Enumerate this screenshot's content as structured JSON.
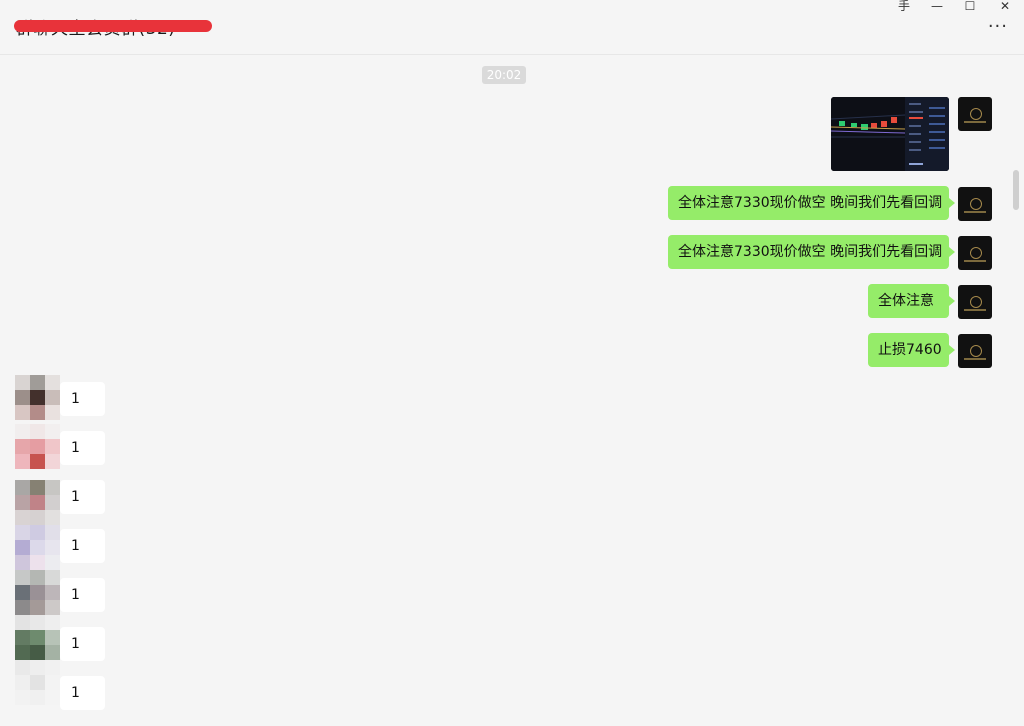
{
  "header": {
    "title": "群聊天室会员群(32)",
    "more_label": "···",
    "window_controls": {
      "pin": "⼿",
      "minimize": "—",
      "maximize": "☐",
      "close": "✕"
    }
  },
  "chat": {
    "timestamp": "20:02",
    "sent_messages": [
      {
        "type": "image",
        "icon": "chart-screenshot"
      },
      {
        "type": "text",
        "text": "全体注意7330现价做空 晚间我们先看回调"
      },
      {
        "type": "text",
        "text": "全体注意7330现价做空 晚间我们先看回调"
      },
      {
        "type": "text",
        "text": "全体注意"
      },
      {
        "type": "text",
        "text": "止损7460"
      }
    ],
    "received_messages": [
      {
        "text": "1"
      },
      {
        "text": "1"
      },
      {
        "text": "1"
      },
      {
        "text": "1"
      },
      {
        "text": "1"
      },
      {
        "text": "1"
      },
      {
        "text": "1"
      }
    ]
  },
  "colors": {
    "sent_bubble": "#95ec69",
    "received_bubble": "#ffffff",
    "background": "#f5f5f5",
    "redaction": "#e8333a"
  }
}
